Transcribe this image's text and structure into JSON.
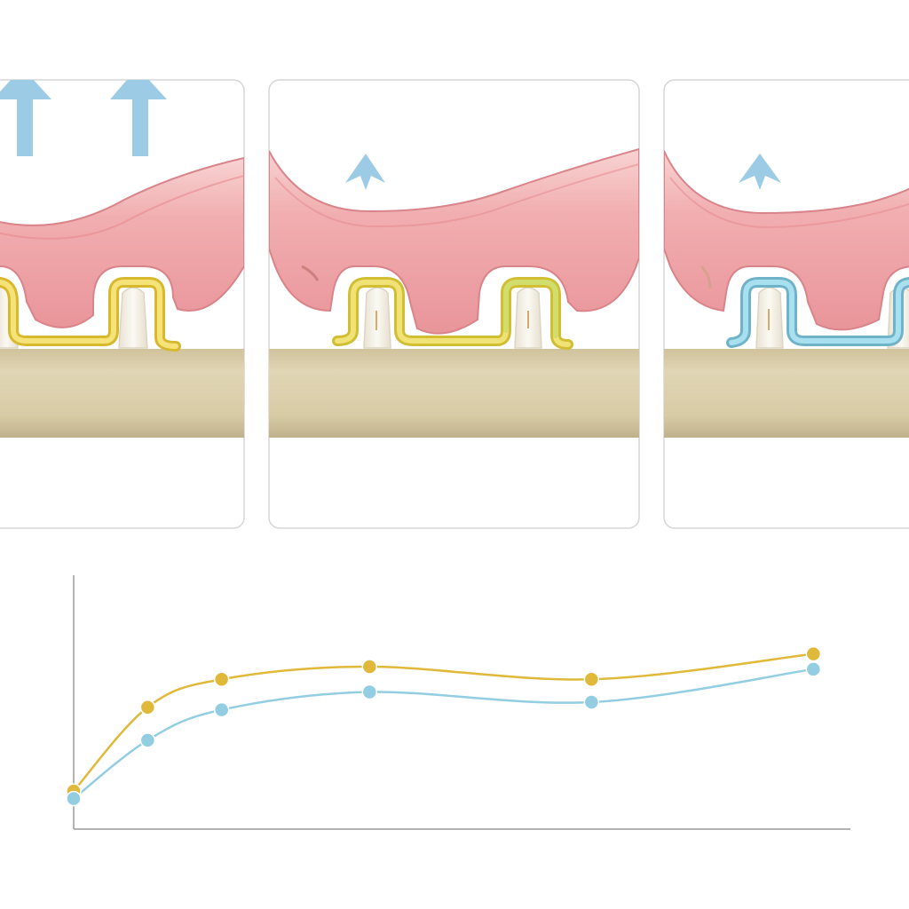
{
  "colors": {
    "background": "#ffffff",
    "panel_border": "#d6d6d6",
    "gum_pink": "#ee9ea2",
    "gum_pink_light": "#f8cccc",
    "gum_pink_dark": "#d9787f",
    "tooth_ivory": "#f5f1e8",
    "bone_tan": "#d9cda9",
    "bone_tan_dark": "#c3b58d",
    "arrow_blue": "#9ccbe6",
    "clasp_yellow": "#f0dc5a",
    "clasp_yellow_green": "#cfe06a",
    "clasp_blue": "#8fd0e8",
    "series_gold": "#e0b83a",
    "series_blue": "#93cde2",
    "axis": "#9a9a9a"
  },
  "panels": [
    {
      "id": "panel-1",
      "arrow": "large-double-up-arrow-icon",
      "clasp_color": "yellow"
    },
    {
      "id": "panel-2",
      "arrow": "small-up-arrow-icon",
      "clasp_color": "yellow-green"
    },
    {
      "id": "panel-3",
      "arrow": "small-up-arrow-icon",
      "clasp_color": "blue"
    }
  ],
  "chart_data": {
    "type": "line",
    "title": "",
    "xlabel": "",
    "ylabel": "",
    "x": [
      0,
      1,
      2,
      4,
      7,
      10
    ],
    "xlim": [
      0,
      10.5
    ],
    "ylim": [
      0,
      10
    ],
    "grid": false,
    "series": [
      {
        "color": "#e0b83a",
        "values": [
          1.5,
          4.8,
          5.9,
          6.4,
          5.9,
          6.9
        ]
      },
      {
        "color": "#93cde2",
        "values": [
          1.2,
          3.5,
          4.7,
          5.4,
          5.0,
          6.3
        ]
      }
    ]
  }
}
